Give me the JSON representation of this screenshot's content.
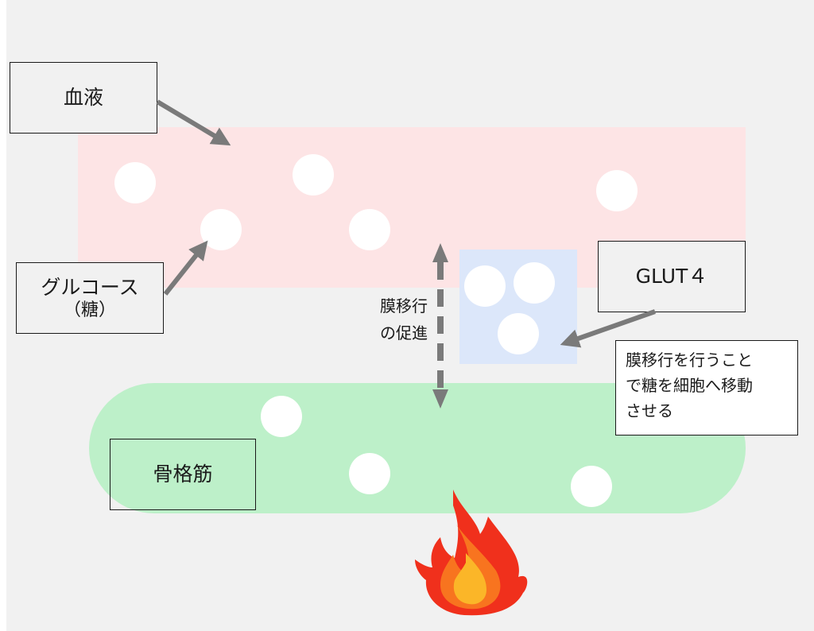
{
  "labels": {
    "blood": "血液",
    "glucose_line1": "グルコース",
    "glucose_line2": "（糖）",
    "glut4": "GLUT４",
    "muscle": "骨格筋",
    "membrane_promotion": [
      "膜移行",
      "の促進"
    ],
    "note": [
      "膜移行を行うこと",
      "で糖を細胞へ移動",
      "させる"
    ]
  },
  "colors": {
    "background": "#f1f1f1",
    "blood_region": "#fde4e5",
    "muscle_region": "#bdf0c9",
    "glut4_region": "#dce7fa",
    "glucose_dot": "#ffffff",
    "arrow": "#7a7a7a",
    "flame_outer": "#f0301c",
    "flame_mid": "#f8741f",
    "flame_core": "#fbb628"
  },
  "icons": {
    "flame": "flame-icon"
  }
}
